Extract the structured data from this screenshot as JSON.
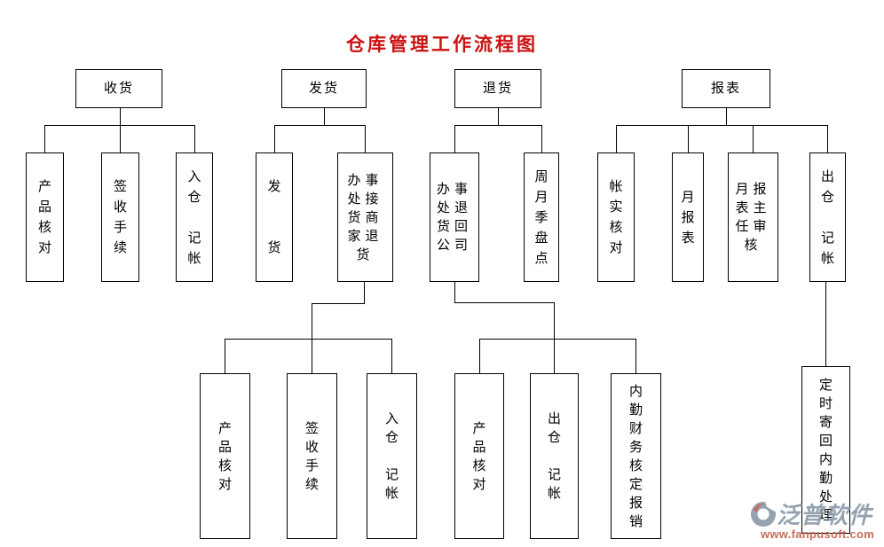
{
  "title": "仓库管理工作流程图",
  "colors": {
    "title_red": "#cc1111",
    "line_black": "#000000",
    "box_background": "#ffffff",
    "watermark_brand_gray": "#8d9cab",
    "watermark_url_red": "#c4604b",
    "watermark_logo_orange": "#cf5b43"
  },
  "tree": {
    "receiving": {
      "label": "收货",
      "children": [
        "产\n品\n核\n对",
        "签\n收\n手\n续",
        "入\n仓\n\n记\n帐"
      ]
    },
    "shipping": {
      "label": "发货",
      "children": [
        "发\n\n\n货",
        "办事\n处接\n货商\n家退\n货"
      ],
      "grandchildren": [
        "产\n品\n核\n对",
        "签\n收\n手\n续",
        "入\n仓\n\n记\n帐"
      ]
    },
    "returns": {
      "label": "退货",
      "children": [
        "办事\n处退\n货回\n公司",
        "周\n月\n季\n盘\n点"
      ],
      "grandchildren": [
        "产\n品\n核\n对",
        "出\n仓\n\n记\n帐",
        "内\n勤\n财\n务\n核\n定\n报\n销"
      ]
    },
    "reports": {
      "label": "报表",
      "children": [
        "帐\n实\n核\n对",
        "月\n报\n表",
        "月报\n表主\n任审\n核",
        "出\n仓\n\n记\n帐"
      ],
      "grandchildren": [
        "定\n时\n寄\n回\n内\n勤\n处\n理"
      ]
    }
  },
  "watermark": {
    "brand": "泛普软件",
    "url": "www.fanpusoft.com"
  }
}
